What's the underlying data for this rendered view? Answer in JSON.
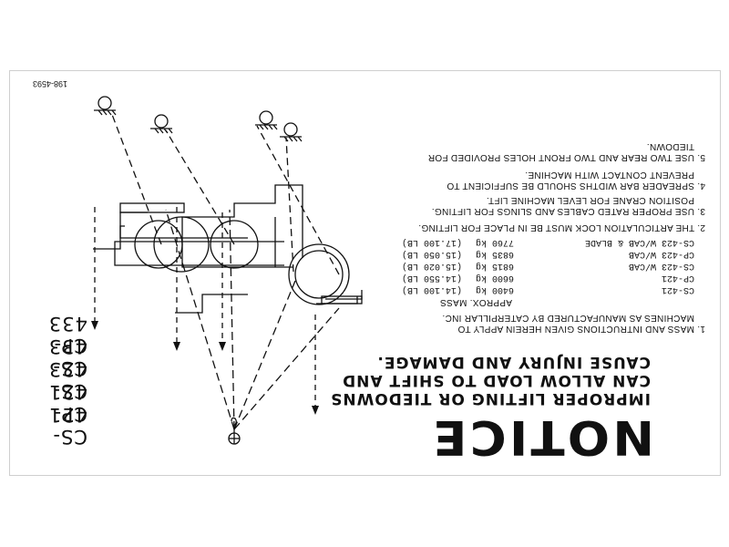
{
  "notice": {
    "title": "NOTICE",
    "warning_lines": [
      "IMPROPER LIFTING OR TIEDOWNS",
      "CAN ALLOW LOAD TO SHIFT AND",
      "CAUSE INJURY AND DAMAGE."
    ]
  },
  "instructions": {
    "item1_line1": "1. MASS AND INTRUCTIONS GIVEN HEREIN APPLY TO",
    "item1_line2": "MACHINES AS MANUFACTURED BY CATERPILLAR INC.",
    "mass_header": "APPROX. MASS",
    "mass_table": [
      {
        "model": "CS-421",
        "kg": "6400 kg",
        "lb": "(14.100 LB)"
      },
      {
        "model": "CP-421",
        "kg": "6600 kg",
        "lb": "(14.550 LB)"
      },
      {
        "model": "CS-423 W/CAB",
        "kg": "6815 kg",
        "lb": "(15.020 LB)"
      },
      {
        "model": "CP-423 W/CAB",
        "kg": "6835 kg",
        "lb": "(15.050 LB)"
      },
      {
        "model": "CS-423 W/CAB &  BLADE",
        "kg": "7760 kg",
        "lb": "(17.100 LB)"
      }
    ],
    "item2": "2. THE ARTICULATION LOCK MUST BE IN PLACE FOR LIFTING.",
    "item3_line1": "3. USE PROPER RATED CABLES AND SLINGS FOR LIFTING.",
    "item3_line2": "POSITION CRANE FOR LEVEL MACHINE LIFT.",
    "item4_line1": "4. SPREADER BAR WIDTHS SHOULD BE SUFFICIENT TO",
    "item4_line2": "PREVENT CONTACT WITH MACHINE.",
    "item5_line1": "5. USE TWO REAR AND TWO FRONT HOLES PROVIDED FOR",
    "item5_line2": "TIEDOWN."
  },
  "models": [
    "CS-421",
    "CP-421",
    "CS-423",
    "CS-433",
    "CP-433"
  ],
  "document_number": "198-4593",
  "colors": {
    "ink": "#111111",
    "border": "#cfcfcf",
    "background": "#ffffff"
  },
  "icons": [
    "crane-hook-icon",
    "tiedown-anchor-icon"
  ]
}
